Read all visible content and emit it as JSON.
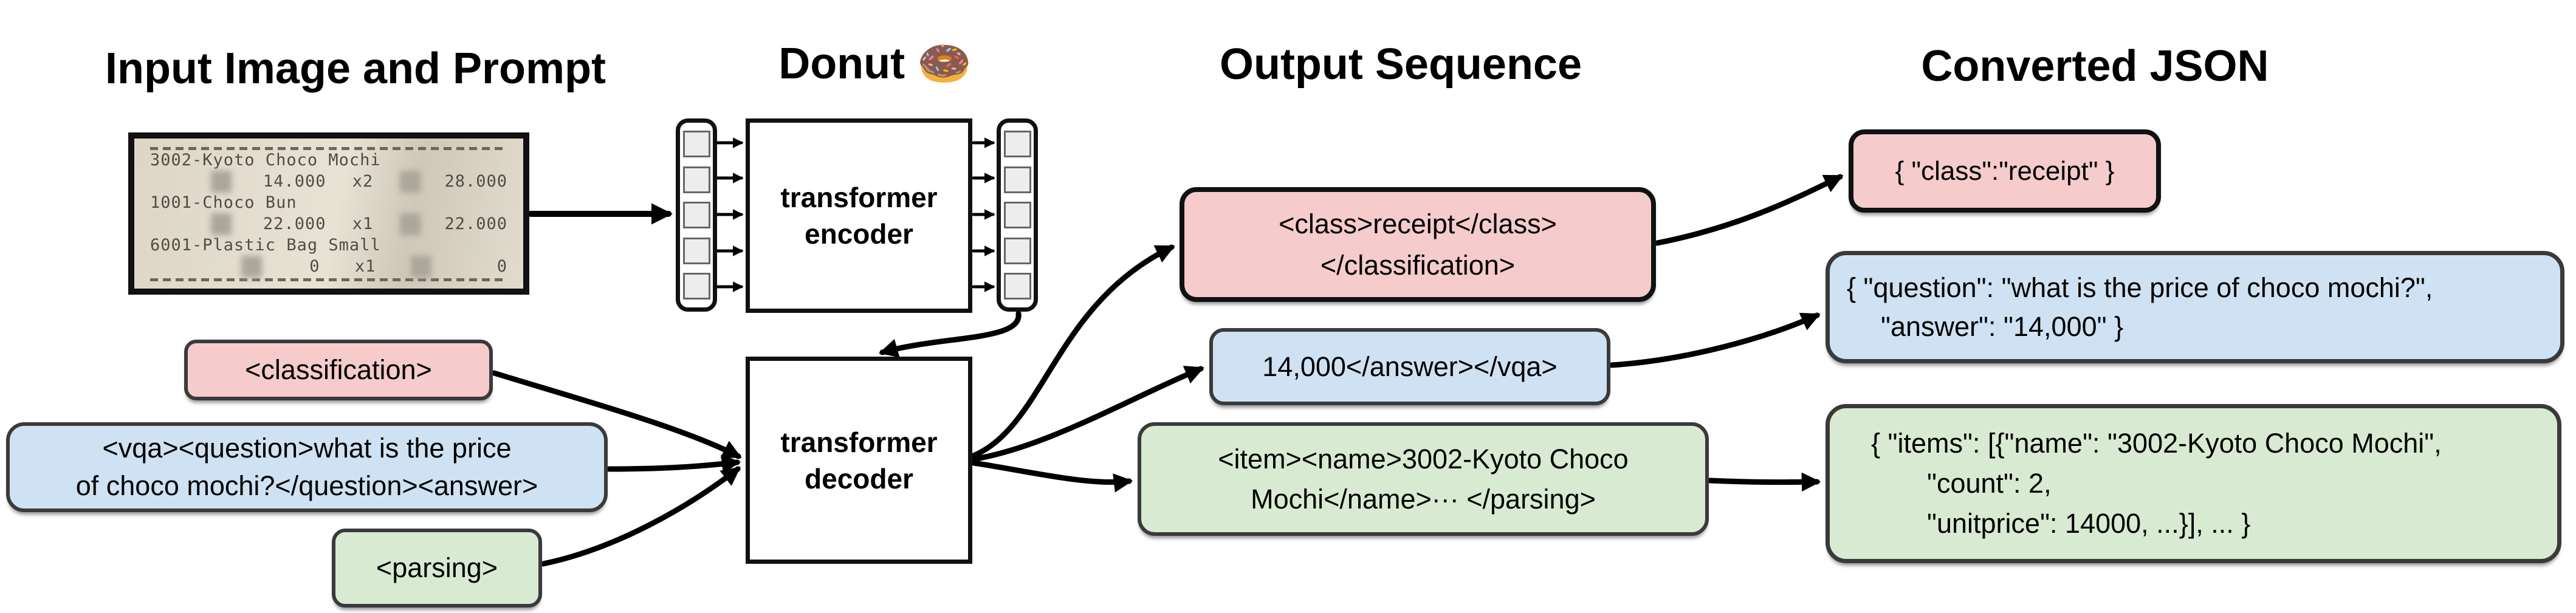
{
  "titles": {
    "input": "Input Image and Prompt",
    "model": "Donut",
    "model_emoji": "🍩",
    "output": "Output Sequence",
    "json": "Converted JSON"
  },
  "model": {
    "encoder_line1": "transformer",
    "encoder_line2": "encoder",
    "decoder_line1": "transformer",
    "decoder_line2": "decoder"
  },
  "receipt": {
    "items": [
      {
        "name": "3002-Kyoto Choco Mochi",
        "price": "14.000",
        "qty": "x2",
        "total": "28.000"
      },
      {
        "name": "1001-Choco Bun",
        "price": "22.000",
        "qty": "x1",
        "total": "22.000"
      },
      {
        "name": "6001-Plastic Bag Small",
        "price": "0",
        "qty": "x1",
        "total": "0"
      }
    ]
  },
  "prompts": {
    "classification": {
      "text": "<classification>"
    },
    "vqa": {
      "line1": "<vqa><question>what is the price",
      "line2": "of choco mochi?</question><answer>"
    },
    "parsing": {
      "text": "<parsing>"
    }
  },
  "outputs": {
    "classification": {
      "line1": "<class>receipt</class>",
      "line2": "</classification>"
    },
    "vqa": {
      "line1": "14,000</answer></vqa>"
    },
    "parsing": {
      "line1": "<item><name>3002-Kyoto Choco",
      "line2": "Mochi</name>··· </parsing>"
    }
  },
  "json_outputs": {
    "classification": {
      "line1": "{ \"class\":\"receipt\" }"
    },
    "vqa": {
      "line1": "{ \"question\": \"what is the price of choco mochi?\",",
      "line2": "\"answer\": \"14,000\" }"
    },
    "parsing": {
      "line1": "{ \"items\": [{\"name\": \"3002-Kyoto Choco Mochi\",",
      "line2": "\"count\": 2,",
      "line3": "\"unitprice\": 14000, ...}], ... }"
    }
  },
  "colors": {
    "classification_fill": "#f5cbcb",
    "vqa_fill": "#cfe2f3",
    "parsing_fill": "#d9ead3",
    "box_border": "#3a3a3a",
    "black_border": "#111111"
  }
}
